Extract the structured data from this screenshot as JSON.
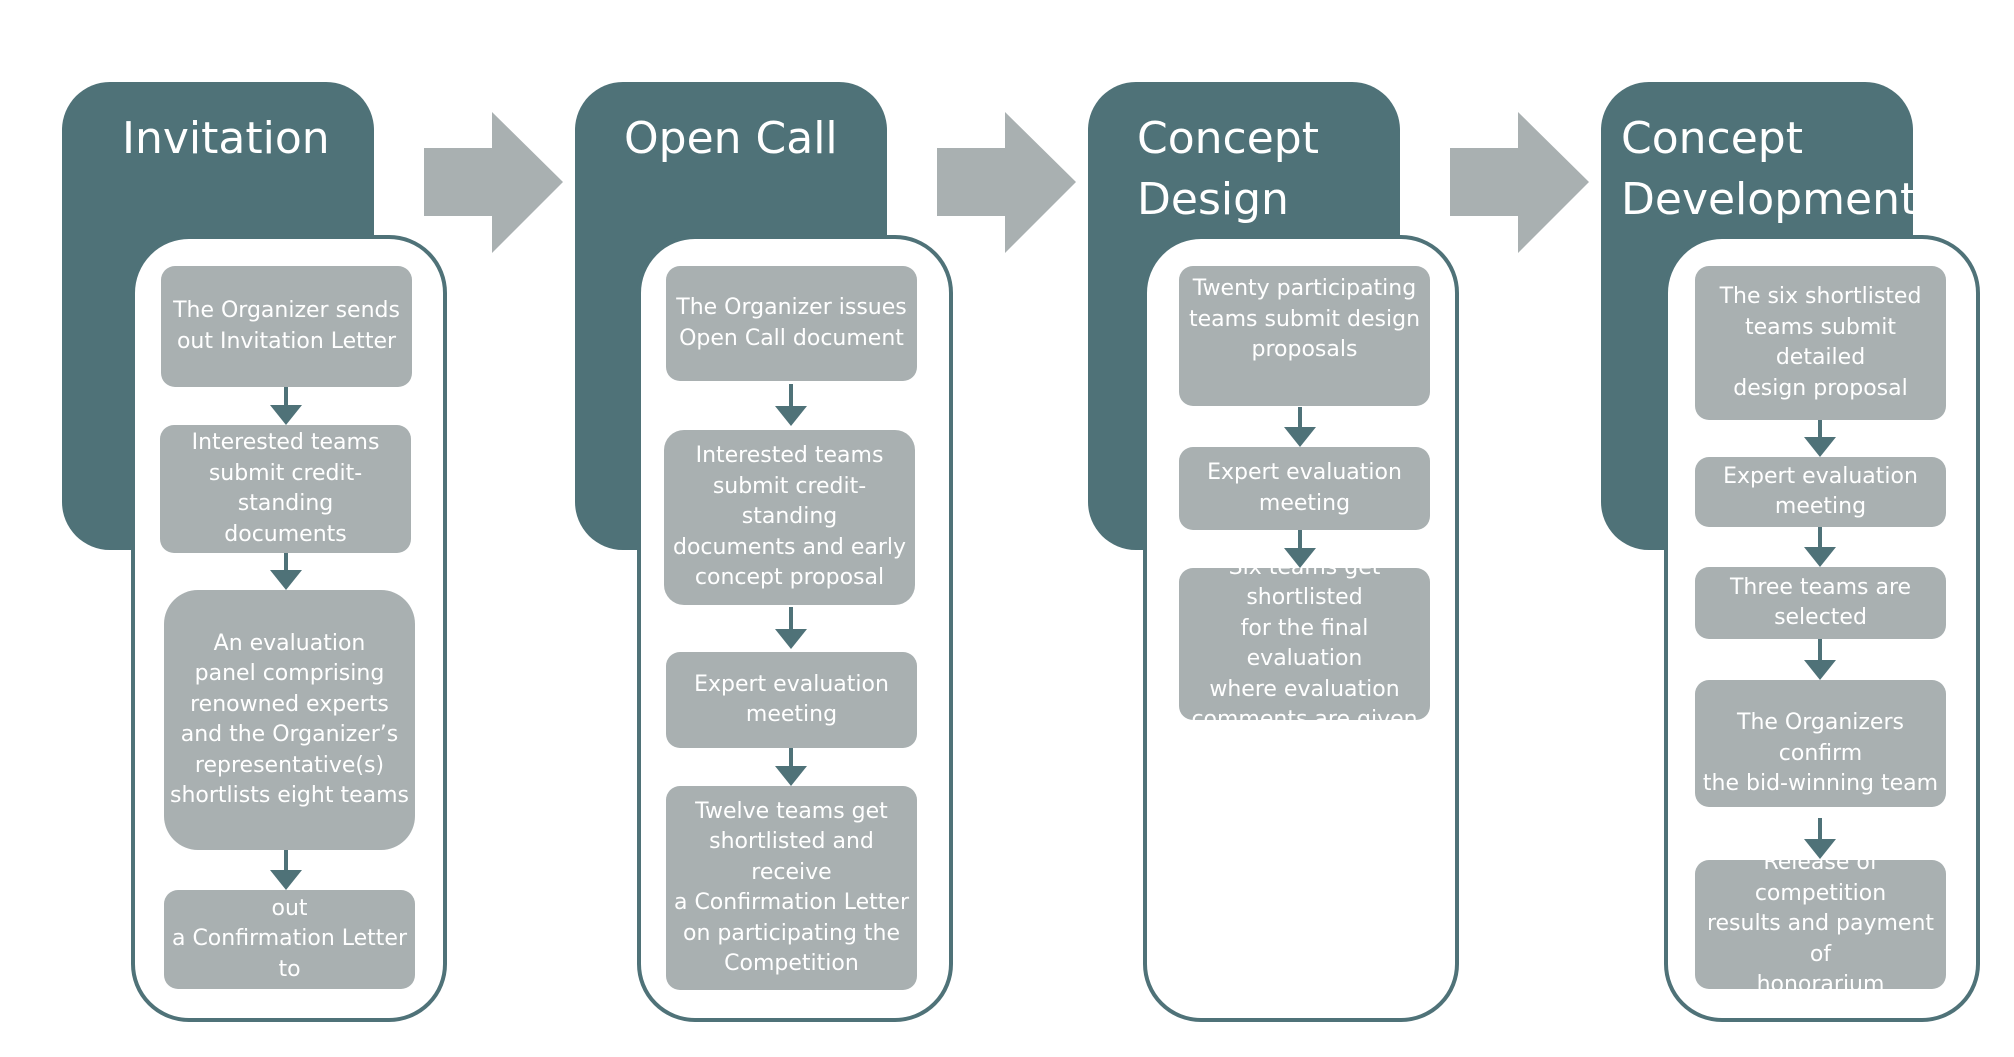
{
  "colors": {
    "tab": "#4f7278",
    "step": "#a9b0b1",
    "arrow": "#4f7278",
    "stage_arrow": "#a9b0b1"
  },
  "stages": [
    {
      "title": "Invitation",
      "steps": [
        "The Organizer sends\nout Invitation Letter",
        "Interested teams\nsubmit credit-standing\ndocuments",
        "An evaluation\npanel comprising\nrenowned experts\nand the Organizer’s\nrepresentative(s)\nshortlists eight teams",
        "The Organizer sends out\na Confirmation Letter  to\nthe shortlisted teams"
      ]
    },
    {
      "title": "Open Call",
      "steps": [
        "The Organizer issues\nOpen Call document",
        "Interested teams\nsubmit credit-standing\ndocuments and early\nconcept proposal",
        "Expert evaluation\nmeeting",
        "Twelve teams get\nshortlisted and receive\na Confirmation Letter\non participating the\nCompetition"
      ]
    },
    {
      "title": "Concept\nDesign",
      "steps": [
        "Twenty participating\nteams submit design\nproposals",
        "Expert evaluation\nmeeting",
        "Six teams get shortlisted\nfor the final evaluation\nwhere evaluation\ncomments are given"
      ]
    },
    {
      "title": "Concept\nDevelopment",
      "steps": [
        "The six shortlisted\nteams submit detailed\ndesign proposal",
        "Expert evaluation\nmeeting",
        "Three teams are\nselected",
        "The Organizers confirm\nthe bid-winning team",
        "Release of competition\nresults and payment of\nhonorarium"
      ]
    }
  ]
}
